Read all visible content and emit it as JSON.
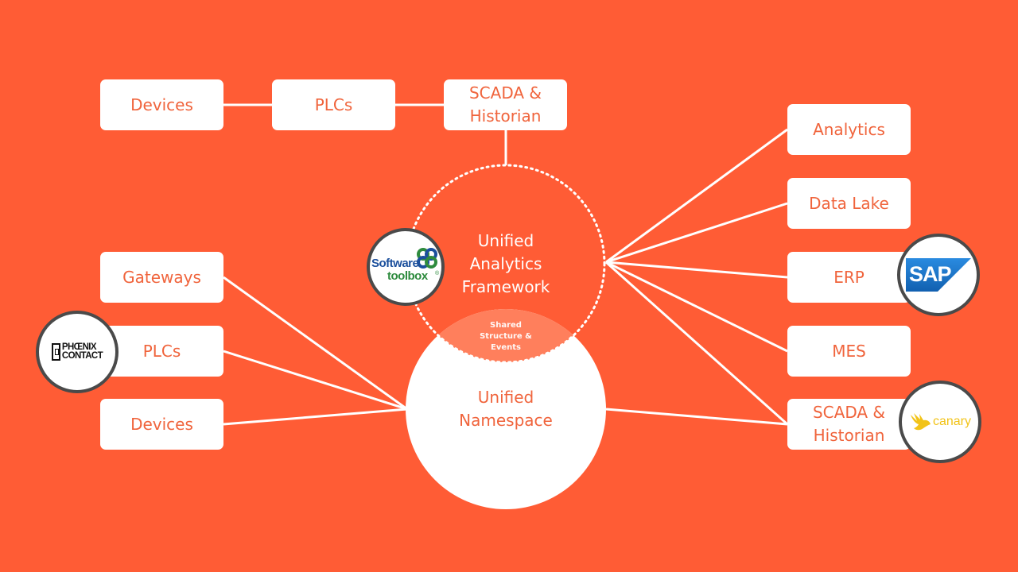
{
  "colors": {
    "background": "#FF5C35",
    "box_text": "#F0643C",
    "logo_ring": "#4a4a4a",
    "sap_blue": "#1670C0",
    "software_toolbox_blue": "#1B4F9C",
    "software_toolbox_green": "#2E8B3E",
    "canary_yellow": "#F2C318"
  },
  "top_row": {
    "devices": "Devices",
    "plcs": "PLCs",
    "scada": "SCADA &\nHistorian"
  },
  "left_column": {
    "gateways": "Gateways",
    "plcs": "PLCs",
    "devices": "Devices"
  },
  "right_column": {
    "analytics": "Analytics",
    "data_lake": "Data Lake",
    "erp": "ERP",
    "mes": "MES",
    "scada": "SCADA &\nHistorian"
  },
  "circles": {
    "uaf": "Unified\nAnalytics\nFramework",
    "uns": "Unified\nNamespace",
    "shared": "Shared\nStructure &\nEvents"
  },
  "logos": {
    "software_toolbox": {
      "line1": "Software",
      "line2": "toolbox",
      "mark": "®",
      "icon": "software-toolbox-icon"
    },
    "phoenix_contact": {
      "line1": "PHŒNIX",
      "line2": "CONTACT",
      "icon": "phoenix-contact-icon"
    },
    "sap": {
      "text": "SAP",
      "icon": "sap-icon"
    },
    "canary": {
      "text": "canary",
      "icon": "canary-bird-icon"
    }
  }
}
